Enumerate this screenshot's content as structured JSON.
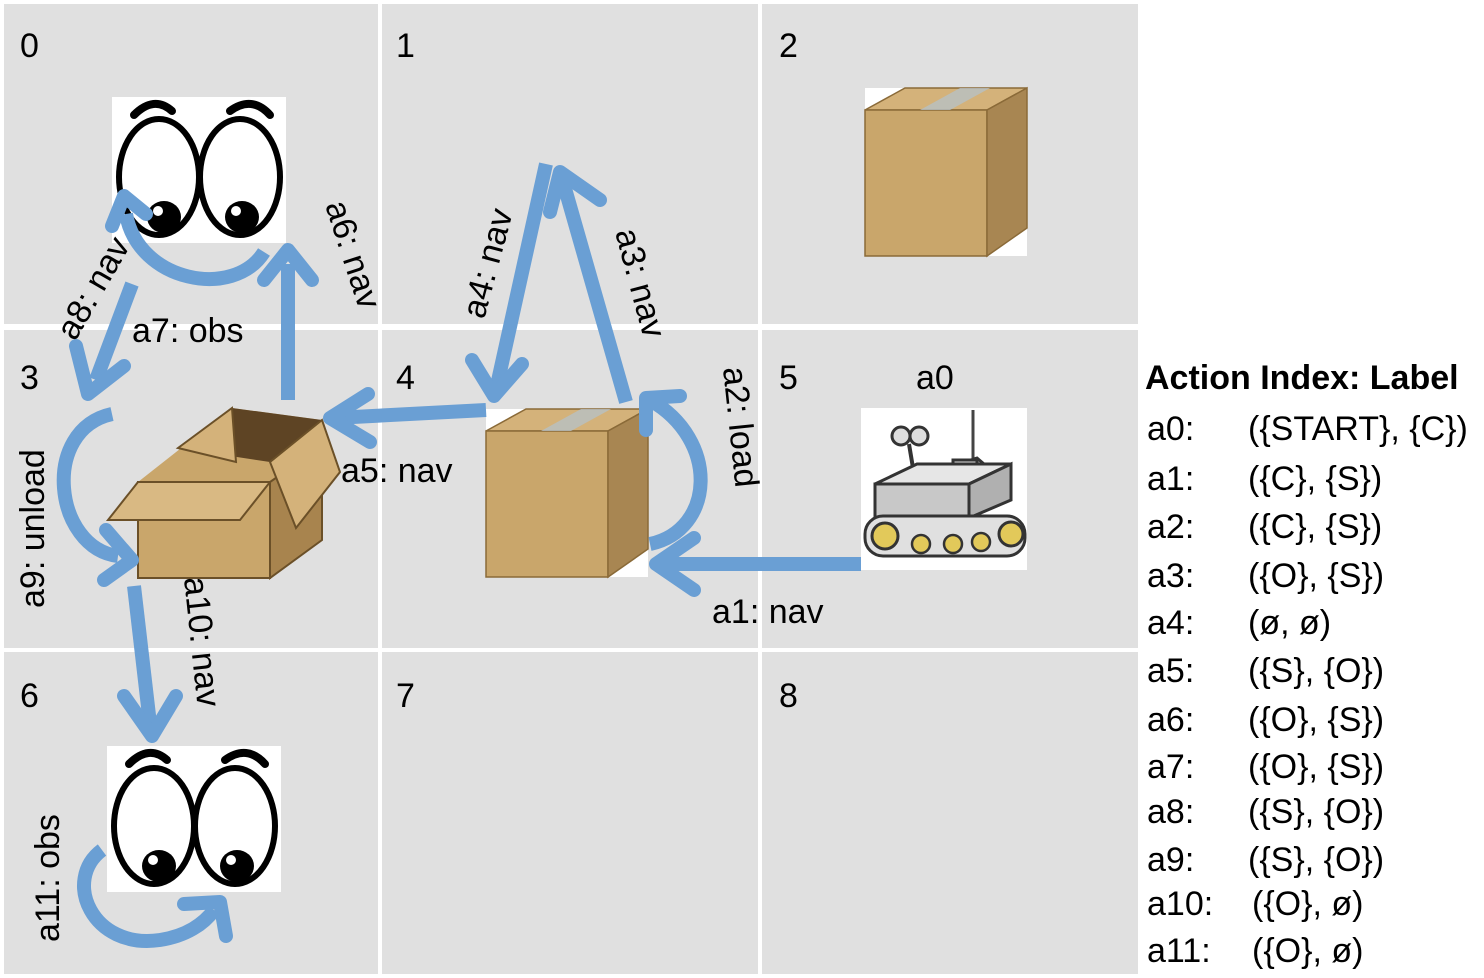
{
  "grid": {
    "cells": [
      "0",
      "1",
      "2",
      "3",
      "4",
      "5",
      "6",
      "7",
      "8"
    ]
  },
  "edges": {
    "a0": "a0",
    "a1": "a1: nav",
    "a2": "a2: load",
    "a3": "a3: nav",
    "a4": "a4: nav",
    "a5": "a5: nav",
    "a6": "a6: nav",
    "a7": "a7: obs",
    "a8": "a8: nav",
    "a9": "a9: unload",
    "a10": "a10: nav",
    "a11": "a11: obs"
  },
  "legend": {
    "title": "Action Index: Label",
    "rows": [
      {
        "index": "a0:",
        "label": "({START}, {C})"
      },
      {
        "index": "a1:",
        "label": "({C}, {S})"
      },
      {
        "index": "a2:",
        "label": "({C}, {S})"
      },
      {
        "index": "a3:",
        "label": "({O}, {S})"
      },
      {
        "index": "a4:",
        "label": "(ø, ø)"
      },
      {
        "index": "a5:",
        "label": "({S}, {O})"
      },
      {
        "index": "a6:",
        "label": "({O}, {S})"
      },
      {
        "index": "a7:",
        "label": "({O}, {S})"
      },
      {
        "index": "a8:",
        "label": "({S}, {O})"
      },
      {
        "index": "a9:",
        "label": "({S}, {O})"
      },
      {
        "index": "a10:",
        "label": "({O}, ø)"
      },
      {
        "index": "a11:",
        "label": "({O}, ø)"
      }
    ]
  },
  "icons": {
    "eyes": "eyes-icon",
    "box_closed": "closed-box-icon",
    "box_open": "open-box-icon",
    "robot": "robot-icon"
  },
  "colors": {
    "cell": "#e0e0e0",
    "arrow": "#6a9fd4"
  }
}
